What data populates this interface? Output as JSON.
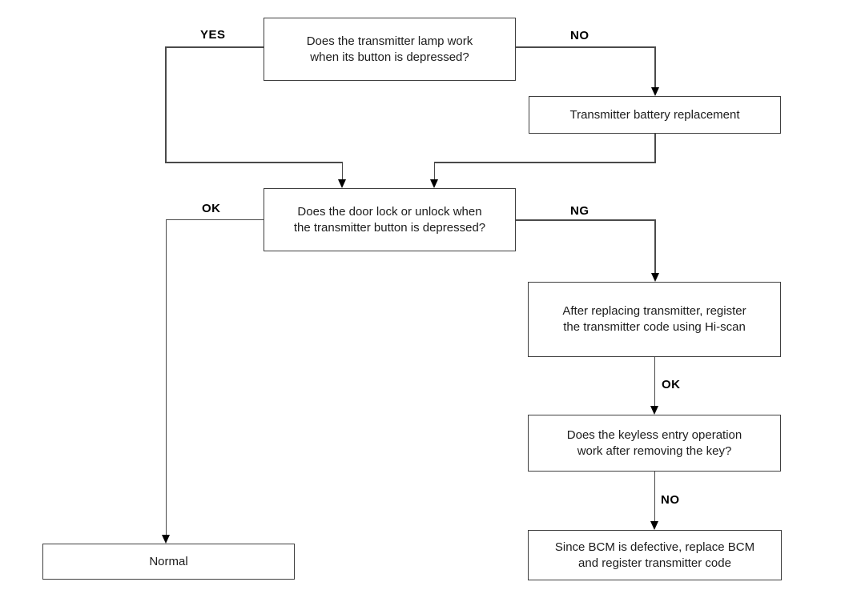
{
  "flowchart": {
    "nodes": {
      "q1": {
        "line1": "Does the transmitter lamp work",
        "line2": "when its button is depressed?"
      },
      "battery": {
        "line1": "Transmitter battery replacement"
      },
      "q2": {
        "line1": "Does the door lock or unlock when",
        "line2": "the transmitter button is depressed?"
      },
      "register": {
        "line1": "After replacing transmitter, register",
        "line2": "the transmitter code using Hi-scan"
      },
      "keyless": {
        "line1": "Does the keyless entry operation",
        "line2": "work after removing the key?"
      },
      "bcm": {
        "line1": "Since BCM is defective, replace BCM",
        "line2": "and register transmitter code"
      },
      "normal": {
        "line1": "Normal"
      }
    },
    "edge_labels": {
      "q1_yes": "YES",
      "q1_no": "NO",
      "q2_ok": "OK",
      "q2_ng": "NG",
      "register_ok": "OK",
      "keyless_no": "NO"
    },
    "colors": {
      "background": "#ffffff",
      "box_border": "#3f3f3f",
      "line": "#4a4a4a",
      "arrowhead": "#000000",
      "text": "#1c1c1c"
    }
  }
}
